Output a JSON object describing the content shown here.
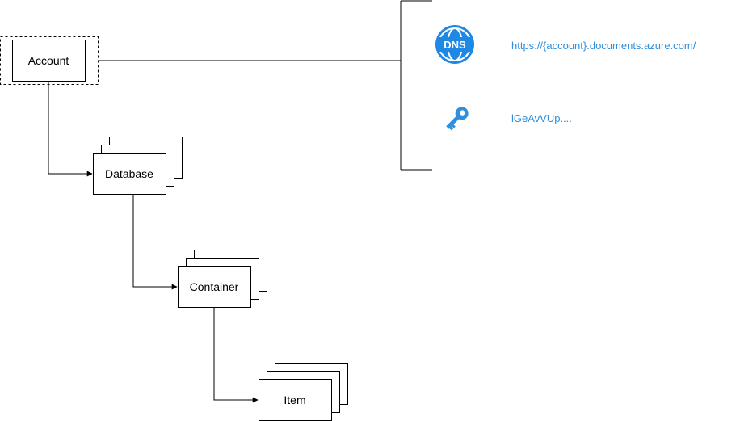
{
  "nodes": {
    "account": {
      "label": "Account"
    },
    "database": {
      "label": "Database"
    },
    "container": {
      "label": "Container"
    },
    "item": {
      "label": "Item"
    }
  },
  "endpoint": {
    "icon": "dns-globe-icon",
    "icon_text": "DNS",
    "url": "https://{account}.documents.azure.com/"
  },
  "key": {
    "icon": "key-icon",
    "value": "lGeAvVUp...."
  },
  "colors": {
    "stroke": "#000000",
    "accent": "#2f8fdc",
    "icon_blue": "#1e88e5"
  }
}
